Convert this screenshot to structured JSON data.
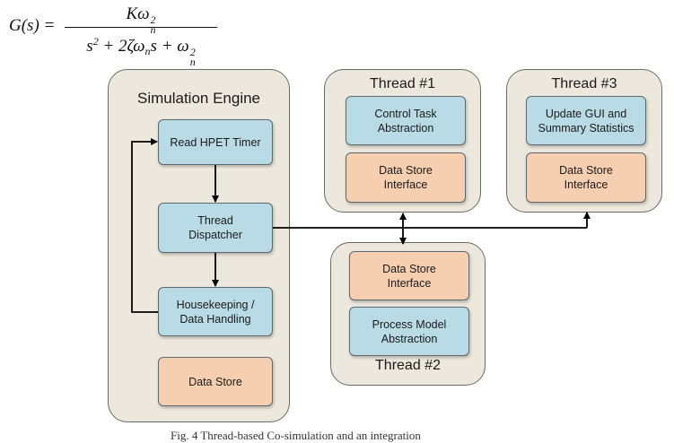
{
  "equation": {
    "lhs": "G(s) =",
    "numerator_K": "K",
    "numerator_omega": "ω",
    "numerator_sup": "2",
    "numerator_sub": "n",
    "denominator_s": "s",
    "denominator_s_sup": "2",
    "denominator_mid": " + 2ζω",
    "denominator_mid_sub": "n",
    "denominator_s2": "s + ω",
    "denominator_end_sup": "2",
    "denominator_end_sub": "n"
  },
  "simulation_engine": {
    "title": "Simulation Engine",
    "blocks": {
      "read_hpet": "Read HPET Timer",
      "thread_dispatcher": "Thread\nDispatcher",
      "housekeeping": "Housekeeping /\nData Handling",
      "data_store": "Data Store"
    }
  },
  "thread1": {
    "title": "Thread #1",
    "task": "Control Task\nAbstraction",
    "interface": "Data Store\nInterface"
  },
  "thread2": {
    "title": "Thread #2",
    "interface": "Data Store\nInterface",
    "task": "Process Model\nAbstraction"
  },
  "thread3": {
    "title": "Thread #3",
    "task": "Update GUI and\nSummary Statistics",
    "interface": "Data Store\nInterface"
  },
  "colors": {
    "panel_bg": "#ede8dd",
    "blue_block": "#b9dbe6",
    "orange_block": "#f6cfb0",
    "line": "#000000"
  },
  "caption": "Fig. 4 Thread-based Co-simulation and an integration"
}
